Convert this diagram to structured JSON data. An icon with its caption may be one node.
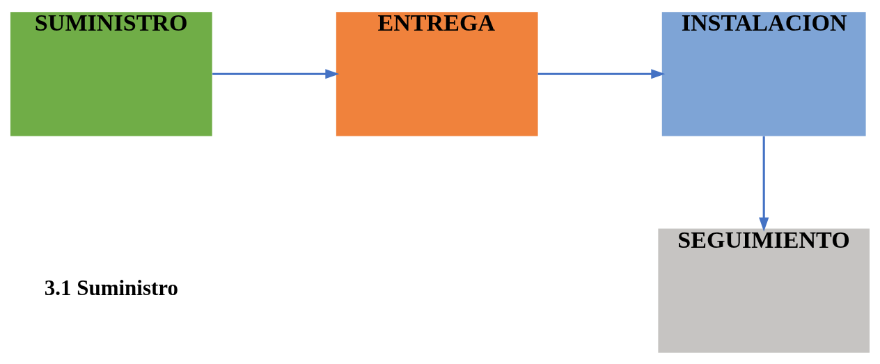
{
  "diagram": {
    "nodes": [
      {
        "text": [
          "SUMINISTRO"
        ]
      },
      {
        "text": [
          "ENTREGA"
        ]
      },
      {
        "text": [
          "INSTALACION"
        ]
      },
      {
        "text": [
          "SEGUIMIENTO"
        ]
      }
    ],
    "edges": [
      {
        "from": 0,
        "to": 1,
        "arrow": "to"
      },
      {
        "from": 1,
        "to": 2,
        "arrow": "to"
      },
      {
        "from": 2,
        "to": 3,
        "arrow": "to"
      }
    ],
    "labels": [
      "3.1 Suministro"
    ]
  }
}
